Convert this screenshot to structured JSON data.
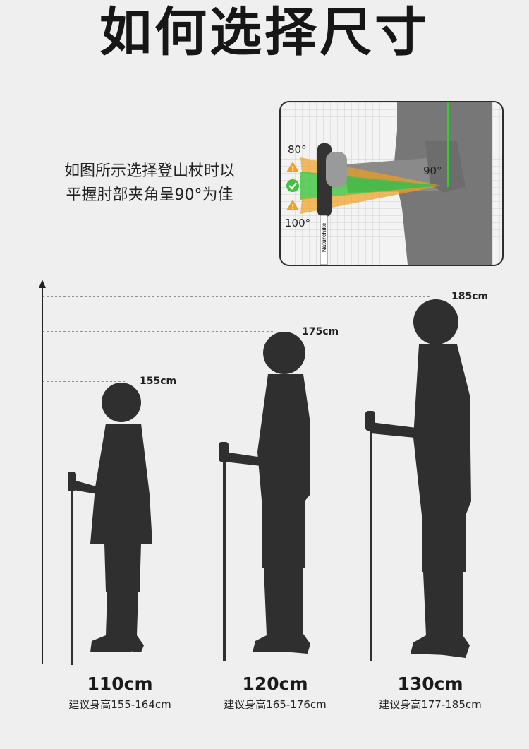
{
  "title": "如何选择尺寸",
  "intro": {
    "line1": "如图所示选择登山杖时以",
    "line2": "平握肘部夹角呈90°为佳"
  },
  "diagram": {
    "angle_top": "80°",
    "angle_mid": "90°",
    "angle_bottom": "100°",
    "brand": "Naturehike"
  },
  "heights": [
    {
      "label": "155cm"
    },
    {
      "label": "175cm"
    },
    {
      "label": "185cm"
    }
  ],
  "sizes": [
    {
      "length": "110cm",
      "recommend": "建议身高155-164cm"
    },
    {
      "length": "120cm",
      "recommend": "建议身高165-176cm"
    },
    {
      "length": "130cm",
      "recommend": "建议身高177-185cm"
    }
  ],
  "colors": {
    "background": "#efefef",
    "silhouette": "#2f2f2f",
    "ok_green": "#3cc43c",
    "warn_orange": "#f0a020"
  }
}
